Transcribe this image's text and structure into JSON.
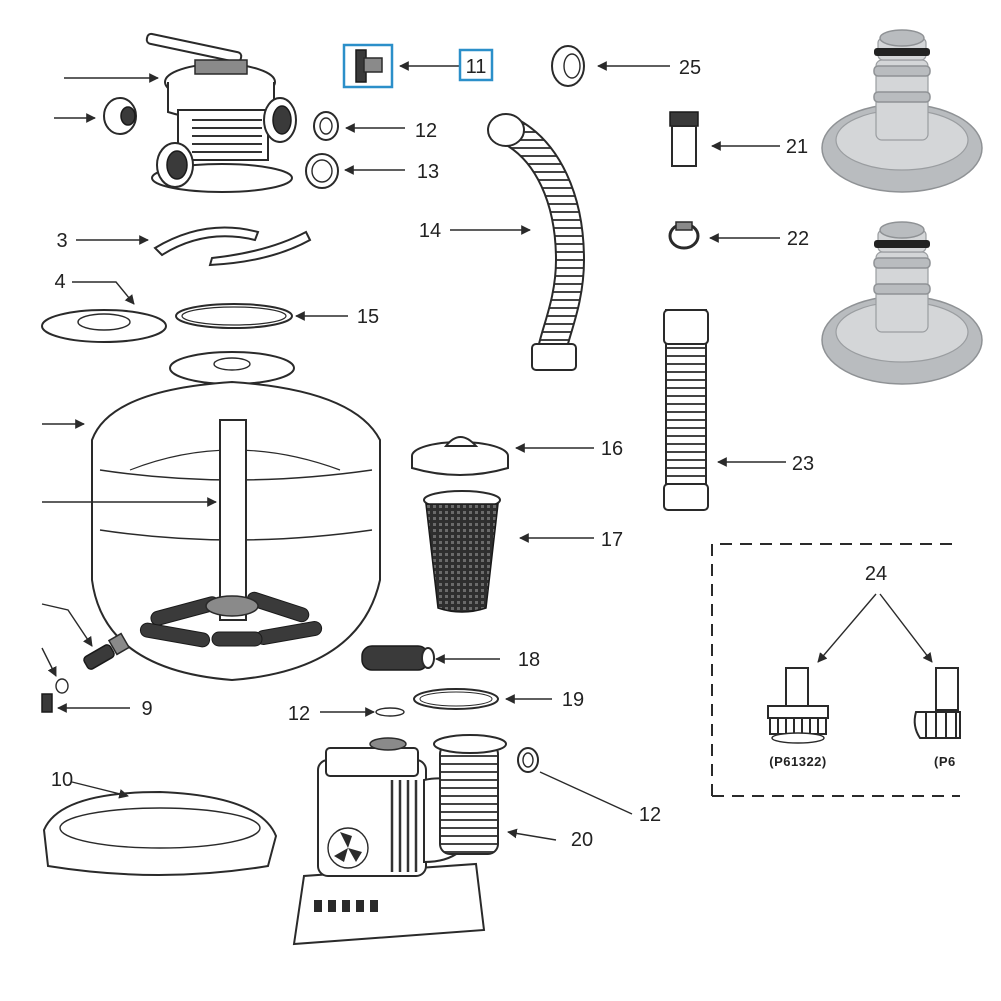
{
  "callouts": {
    "n3": "3",
    "n4": "4",
    "n9": "9",
    "n10": "10",
    "n11": "11",
    "n12a": "12",
    "n12b": "12",
    "n12c": "12",
    "n13": "13",
    "n14": "14",
    "n15": "15",
    "n16": "16",
    "n17": "17",
    "n18": "18",
    "n19": "19",
    "n20": "20",
    "n21": "21",
    "n22": "22",
    "n23": "23",
    "n24": "24",
    "n25": "25"
  },
  "kit": {
    "code_left": "(P61322)",
    "code_right": "(P6"
  },
  "colors": {
    "highlight": "#2b8fc9",
    "line": "#2a2a2a",
    "photo_gray": "#b9bcbf"
  }
}
